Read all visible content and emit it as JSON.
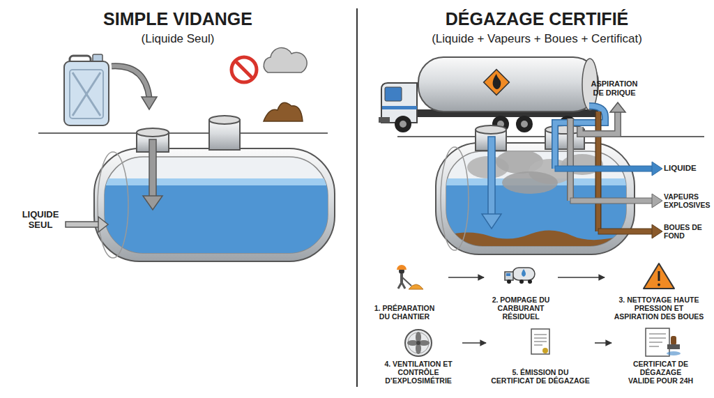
{
  "diagram": {
    "nodes": [
      {
        "text": [
          "1. PRÉPARATION DU CHANTIER"
        ]
      },
      {
        "text": [
          "2. POMPAGE DU CARBURANT RÉSIDUEL"
        ]
      },
      {
        "text": [
          "3. NETTOYAGE HAUTE PRESSION ET ASPIRATION DES BOUES"
        ]
      },
      {
        "text": [
          "4. VENTILATION ET CONTRÔLE D’EXPLOSIMÉTRIE"
        ]
      },
      {
        "text": [
          "5. ÉMISSION DU CERTIFICAT DE DÉGAZAGE"
        ]
      },
      {
        "text": [
          "CERTIFICAT DE DÉGAZAGE VALIDE POUR 24H"
        ]
      }
    ],
    "edges": [
      {
        "from": 0,
        "to": 1,
        "arrow": "to"
      },
      {
        "from": 1,
        "to": 2,
        "arrow": "to"
      },
      {
        "from": 3,
        "to": 4,
        "arrow": "to"
      },
      {
        "from": 4,
        "to": 5,
        "arrow": "to"
      }
    ],
    "labels": [
      "SIMPLE VIDANGE",
      "(Liquide Seul)",
      "DÉGAZAGE CERTIFIÉ",
      "(Liquide + Vapeurs + Boues + Certificat)",
      "LIQUIDE SEUL",
      "ASPIRATION DE DRIQUE",
      "LIQUIDE",
      "VAPEURS EXPLOSIVES",
      "BOUES DE FOND"
    ]
  }
}
